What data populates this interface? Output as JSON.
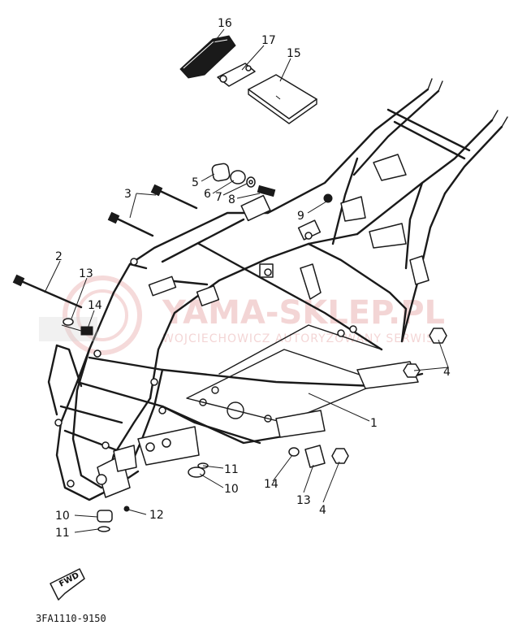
{
  "diagram": {
    "part_code": "3FA1110-9150",
    "direction_label": "FWD",
    "callouts": [
      {
        "id": "c16",
        "label": "16"
      },
      {
        "id": "c17",
        "label": "17"
      },
      {
        "id": "c15",
        "label": "15"
      },
      {
        "id": "c5",
        "label": "5"
      },
      {
        "id": "c6",
        "label": "6"
      },
      {
        "id": "c7",
        "label": "7"
      },
      {
        "id": "c8",
        "label": "8"
      },
      {
        "id": "c3",
        "label": "3"
      },
      {
        "id": "c9",
        "label": "9"
      },
      {
        "id": "c2",
        "label": "2"
      },
      {
        "id": "c13a",
        "label": "13"
      },
      {
        "id": "c14a",
        "label": "14"
      },
      {
        "id": "c4a",
        "label": "4"
      },
      {
        "id": "c1",
        "label": "1"
      },
      {
        "id": "c11a",
        "label": "11"
      },
      {
        "id": "c10a",
        "label": "10"
      },
      {
        "id": "c14b",
        "label": "14"
      },
      {
        "id": "c13b",
        "label": "13"
      },
      {
        "id": "c4b",
        "label": "4"
      },
      {
        "id": "c10b",
        "label": "10"
      },
      {
        "id": "c12",
        "label": "12"
      },
      {
        "id": "c11b",
        "label": "11"
      }
    ]
  },
  "watermark": {
    "brand": "YAMA-SKLEP.PL",
    "tagline": "WOJCIECHOWICZ   AUTORYZOWANY SERWIS"
  }
}
